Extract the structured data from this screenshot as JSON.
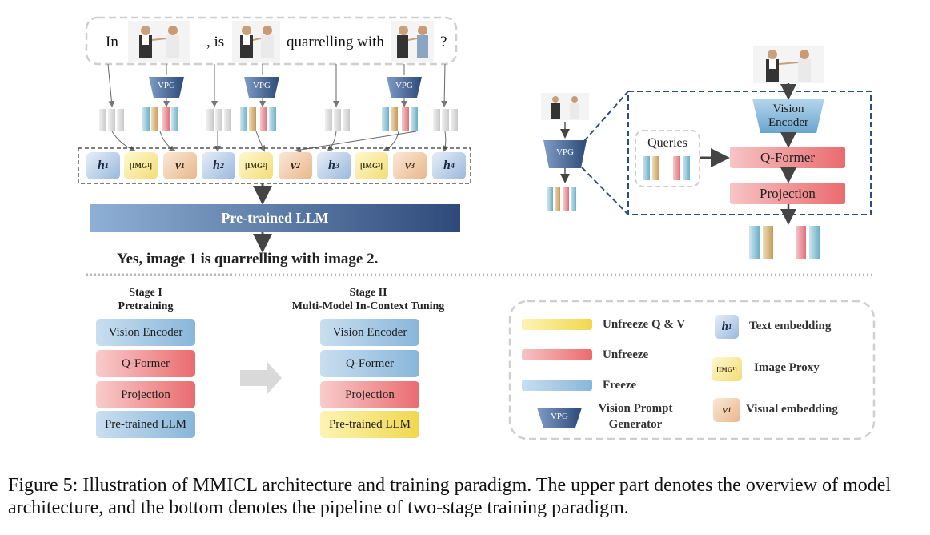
{
  "sentence": {
    "word_1": "In",
    "word_2": ", is",
    "word_3": "quarrelling with",
    "word_4": "?"
  },
  "vpg_label": "VPG",
  "tokens": [
    {
      "kind": "h",
      "label": "h",
      "sub": "1"
    },
    {
      "kind": "i",
      "label": "[IMG",
      "sub": "1",
      "close": "]"
    },
    {
      "kind": "v",
      "label": "v",
      "sub": "1"
    },
    {
      "kind": "h",
      "label": "h",
      "sub": "2"
    },
    {
      "kind": "i",
      "label": "[IMG",
      "sub": "2",
      "close": "]"
    },
    {
      "kind": "v",
      "label": "v",
      "sub": "2"
    },
    {
      "kind": "h",
      "label": "h",
      "sub": "3"
    },
    {
      "kind": "i",
      "label": "[IMG",
      "sub": "3",
      "close": "]"
    },
    {
      "kind": "v",
      "label": "v",
      "sub": "3"
    },
    {
      "kind": "h",
      "label": "h",
      "sub": "4"
    }
  ],
  "llm_bar_label": "Pre-trained LLM",
  "answer": "Yes, image 1 is quarrelling with image 2.",
  "vpg_detail": {
    "vision_encoder": "Vision Encoder",
    "queries": "Queries",
    "qformer": "Q-Former",
    "projection": "Projection"
  },
  "stage1": {
    "title_line1": "Stage I",
    "title_line2": "Pretraining",
    "boxes": [
      {
        "label": "Vision Encoder",
        "state": "freeze"
      },
      {
        "label": "Q-Former",
        "state": "unfreeze"
      },
      {
        "label": "Projection",
        "state": "unfreeze"
      },
      {
        "label": "Pre-trained LLM",
        "state": "freeze"
      }
    ]
  },
  "stage2": {
    "title_line1": "Stage II",
    "title_line2": "Multi-Model In-Context Tuning",
    "boxes": [
      {
        "label": "Vision Encoder",
        "state": "freeze"
      },
      {
        "label": "Q-Former",
        "state": "freeze"
      },
      {
        "label": "Projection",
        "state": "unfreeze"
      },
      {
        "label": "Pre-trained LLM",
        "state": "unfreeze_qv"
      }
    ]
  },
  "legend": {
    "unfreeze_qv": "Unfreeze Q & V",
    "unfreeze": "Unfreeze",
    "freeze": "Freeze",
    "vpg_line1": "Vision Prompt",
    "vpg_line2": "Generator",
    "text_embedding": "Text embedding",
    "image_proxy": "Image Proxy",
    "visual_embedding": "Visual embedding",
    "h_sample": "h",
    "h_sample_sub": "1",
    "img_sample": "[IMG",
    "img_sample_sub": "1",
    "img_sample_close": "]",
    "v_sample": "v",
    "v_sample_sub": "1"
  },
  "caption": "Figure 5: Illustration of MMICL architecture and training paradigm. The upper part denotes the overview of model architecture, and the bottom denotes the pipeline of two-stage training paradigm.",
  "colors": {
    "llm_bar_left": "#8fb0d6",
    "llm_bar_right": "#2e4a7a",
    "vpg": "#3c5f8f",
    "freeze": "#8ab8d8",
    "unfreeze": "#ea6b6e",
    "unfreeze_qv": "#f0d74f",
    "dashed_blue": "#2d4f7f"
  }
}
